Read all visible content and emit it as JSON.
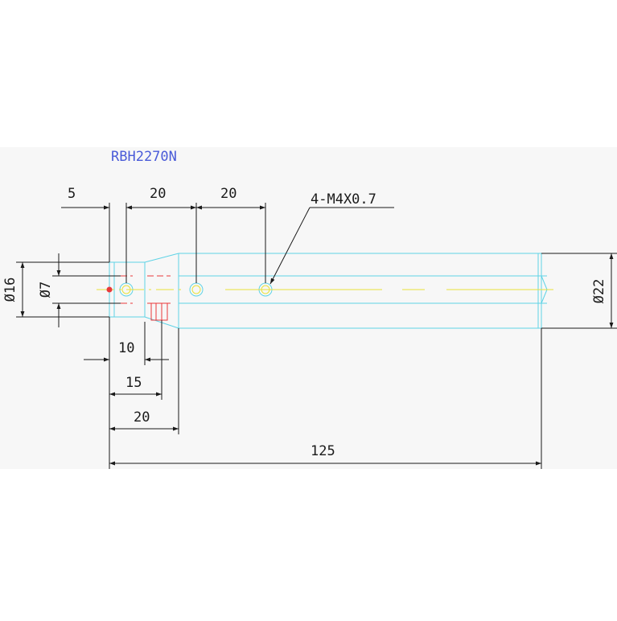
{
  "drawing": {
    "part_number": "RBH2270N",
    "hole_callout": "4-M4X0.7",
    "dimensions": {
      "top_5": "5",
      "top_20_a": "20",
      "top_20_b": "20",
      "bottom_10": "10",
      "bottom_15": "15",
      "bottom_20": "20",
      "overall_125": "125",
      "dia_16": "Ø16",
      "dia_7": "Ø7",
      "dia_22": "Ø22"
    },
    "colors": {
      "band": "#f7f7f7",
      "outline": "#5fd3e6",
      "centerline": "#e8e23a",
      "hidden": "#e8393b",
      "dimension": "#1a1a1a",
      "title": "#4a5bd8"
    }
  }
}
